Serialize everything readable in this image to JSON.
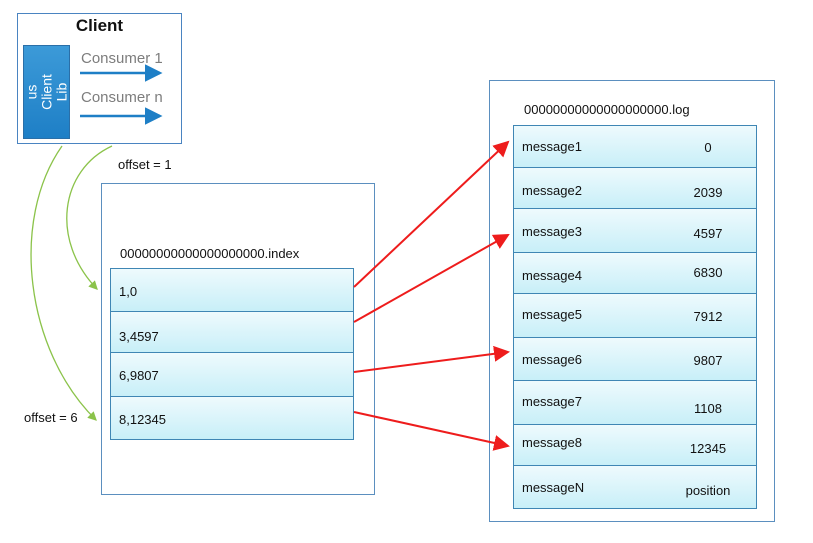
{
  "client": {
    "title": "Client",
    "lib_label_line1": "us",
    "lib_label_line2": "Client",
    "lib_label_line3": "Lib",
    "consumers": [
      "Consumer 1",
      "Consumer n"
    ]
  },
  "offsets": {
    "offset_1": "offset = 1",
    "offset_6": "offset = 6"
  },
  "index_file": {
    "name": "00000000000000000000.index",
    "entries": [
      "1,0",
      "3,4597",
      "6,9807",
      "8,12345"
    ]
  },
  "log_file": {
    "name": "00000000000000000000.log",
    "messages": [
      {
        "name": "message1",
        "position": "0"
      },
      {
        "name": "message2",
        "position": "2039"
      },
      {
        "name": "message3",
        "position": "4597"
      },
      {
        "name": "message4",
        "position": "6830"
      },
      {
        "name": "message5",
        "position": "7912"
      },
      {
        "name": "message6",
        "position": "9807"
      },
      {
        "name": "message7",
        "position": "1108"
      },
      {
        "name": "message8",
        "position": "12345"
      },
      {
        "name": "messageN",
        "position": "position"
      }
    ]
  },
  "colors": {
    "pointer_arrow": "#ee1c1c",
    "consumer_arrow": "#1e7fc6",
    "offset_curve": "#8bc34a"
  }
}
